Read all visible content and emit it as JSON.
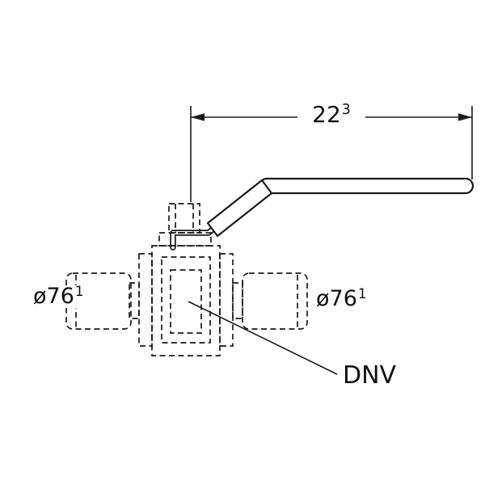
{
  "drawing": {
    "title": "ball-valve-with-lever-technical-drawing",
    "dimension_length": {
      "value": "22",
      "sup": "3"
    },
    "left_pipe_label": {
      "value": "ø76",
      "sup": "1"
    },
    "right_pipe_label": {
      "value": "ø76",
      "sup": "1"
    },
    "part_label": "DNV"
  },
  "colors": {
    "line": "#1a1a1a",
    "background": "#ffffff"
  }
}
